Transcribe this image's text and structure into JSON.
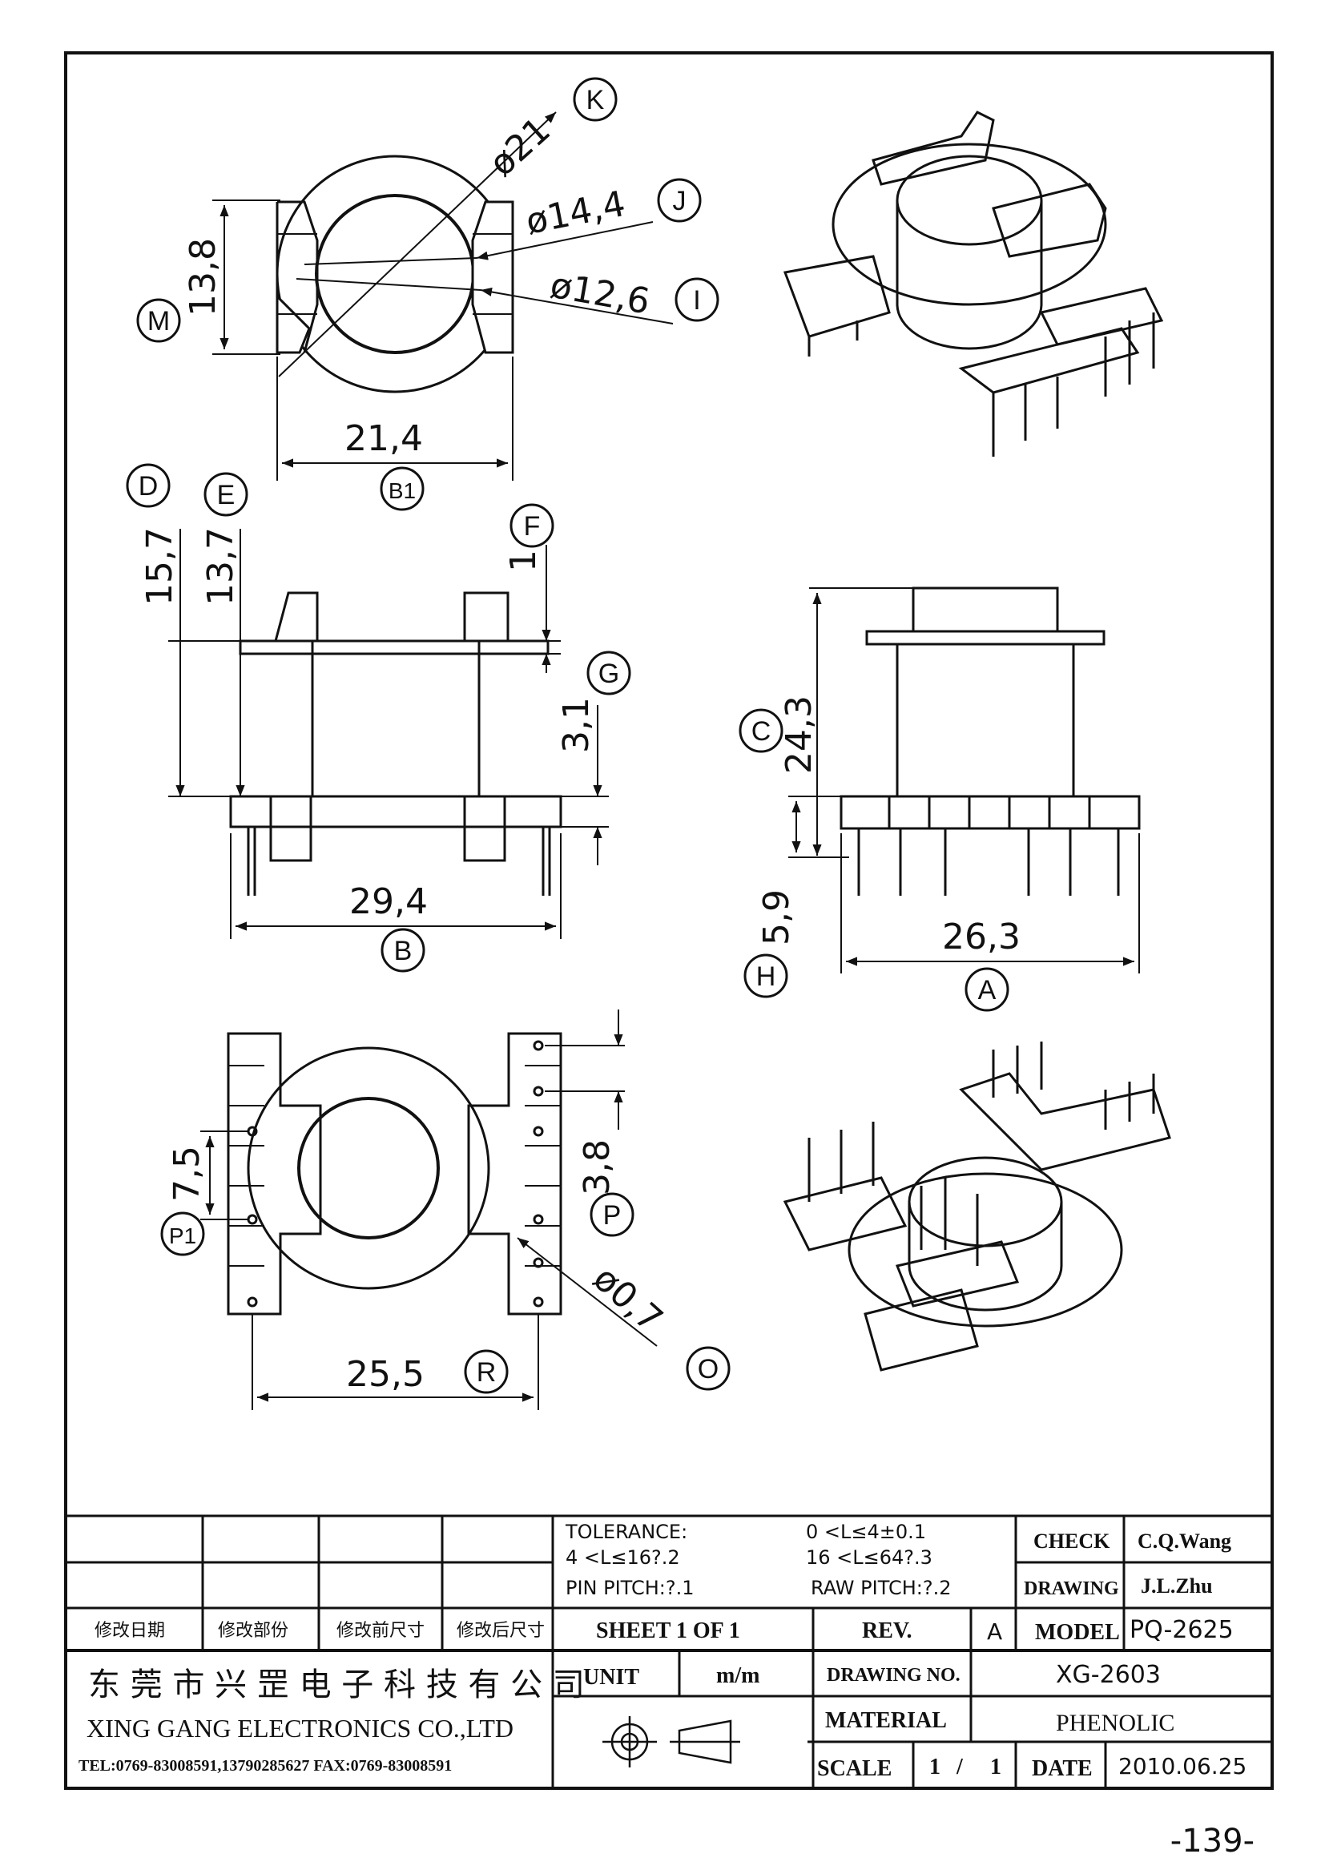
{
  "dimensions": {
    "top": {
      "d21": "ø21",
      "d14_4": "ø14,4",
      "d12_6": "ø12,6",
      "h13_8": "13,8",
      "w21_4": "21,4"
    },
    "side": {
      "h15_7": "15,7",
      "h13_7": "13,7",
      "h1": "1",
      "h3_1": "3,1",
      "w29_4": "29,4"
    },
    "front": {
      "h24_3": "24,3",
      "h5_9": "5,9",
      "w26_3": "26,3"
    },
    "bottom": {
      "p7_5": "7,5",
      "p3_8": "3,8",
      "d0_7": "ø0,7",
      "w25_5": "25,5"
    }
  },
  "balloons": [
    "K",
    "J",
    "I",
    "M",
    "B1",
    "D",
    "E",
    "F",
    "G",
    "B",
    "C",
    "H",
    "A",
    "P1",
    "P",
    "O",
    "R"
  ],
  "title_block": {
    "revision_headers": [
      "修改日期",
      "修改部份",
      "修改前尺寸",
      "修改后尺寸"
    ],
    "tolerance_label": "TOLERANCE:",
    "tol_1": "0 <L≤4±0.1",
    "tol_2": "4 <L≤16?.2",
    "tol_3": "16 <L≤64?.3",
    "pin_pitch": "PIN PITCH:?.1",
    "raw_pitch": "RAW PITCH:?.2",
    "sheet": "SHEET 1 OF 1",
    "rev_label": "REV.",
    "rev_value": "A",
    "check_label": "CHECK",
    "check_value": "C.Q.Wang",
    "drawing_label": "DRAWING",
    "drawing_value": "J.L.Zhu",
    "model_label": "MODEL",
    "model_value": "PQ-2625",
    "company_cn": "东 莞 市 兴 罡 电 子 科 技 有 公 司",
    "company_en": "XING GANG ELECTRONICS CO.,LTD",
    "contact": "TEL:0769-83008591,13790285627 FAX:0769-83008591",
    "unit_label": "UNIT",
    "unit_value": "m/m",
    "drawing_no_label": "DRAWING NO.",
    "drawing_no_value": "XG-2603",
    "material_label": "MATERIAL",
    "material_value": "PHENOLIC",
    "scale_label": "SCALE",
    "scale_num": "1",
    "scale_sep": "/",
    "scale_den": "1",
    "date_label": "DATE",
    "date_value": "2010.06.25"
  },
  "page_number": "-139-"
}
